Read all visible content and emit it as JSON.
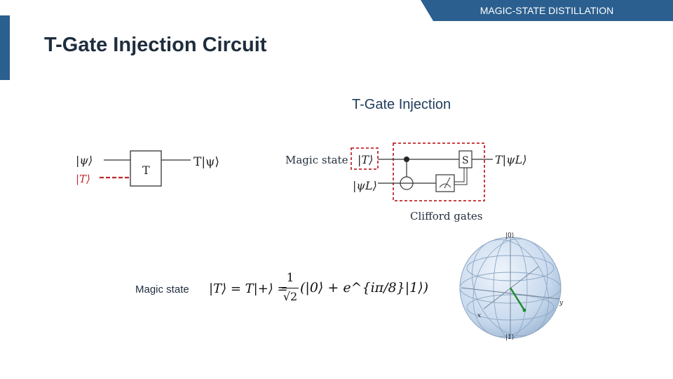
{
  "header": {
    "banner_label": "MAGIC-STATE DISTILLATION",
    "title": "T-Gate Injection Circuit"
  },
  "left_circuit": {
    "input_psi": "|ψ⟩",
    "input_T": "|T⟩",
    "gate_label": "T",
    "output": "T|ψ⟩"
  },
  "injection": {
    "title": "T-Gate Injection",
    "magic_label": "Magic state",
    "ket_T": "|T⟩",
    "ket_psiL": "|ψL⟩",
    "s_gate": "S",
    "output": "T|ψL⟩",
    "clifford_label": "Clifford gates"
  },
  "formula": {
    "magic_label": "Magic state",
    "lhs": "|T⟩ = T|+⟩ =",
    "numerator": "1",
    "denominator": "√2",
    "rhs": "(|0⟩ + e^{iπ/8}|1⟩)"
  },
  "bloch": {
    "top": "|0⟩",
    "bottom": "|1⟩",
    "x": "x",
    "y": "y"
  },
  "colors": {
    "banner": "#2b5f8f",
    "accent": "#2b5f8f",
    "magic_red": "#c0282d",
    "vector_green": "#1f8a2e"
  }
}
